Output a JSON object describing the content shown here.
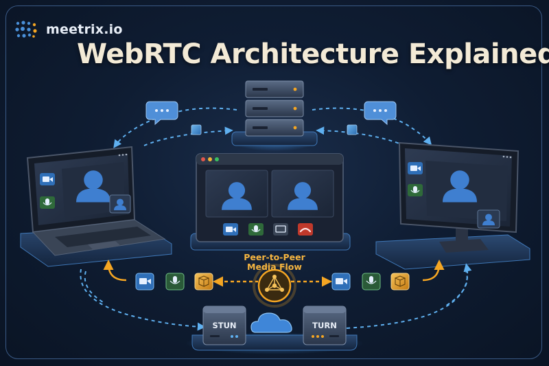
{
  "brand": {
    "name": "meetrix.io"
  },
  "title": "WebRTC Architecture Explained",
  "flow_label": {
    "line1": "Peer-to-Peer",
    "line2": "Media Flow"
  },
  "stun": {
    "label": "STUN"
  },
  "turn": {
    "label": "TURN"
  },
  "colors": {
    "background": "#0f1d33",
    "accent_blue": "#3b82c4",
    "accent_orange": "#f5a623",
    "title_text": "#f3ead6",
    "device_dark": "#1f2a3a",
    "screen_dark": "#2a3548",
    "end_call_red": "#c0392b"
  },
  "icons": [
    "logo-icon",
    "server-icon",
    "chat-bubble-icon",
    "camera-icon",
    "microphone-icon",
    "package-icon",
    "network-hub-icon",
    "cloud-icon",
    "screen-share-icon",
    "end-call-icon",
    "user-avatar-icon"
  ]
}
